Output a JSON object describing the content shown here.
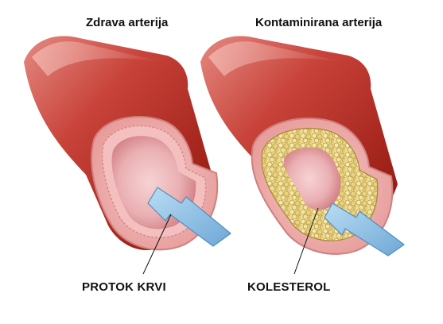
{
  "titles": {
    "healthy": "Zdrava arterija",
    "contaminated": "Kontaminirana arterija"
  },
  "labels": {
    "blood_flow": "PROTOK KRVI",
    "cholesterol": "KOLESTEROL"
  },
  "colors": {
    "artery_dark": "#9b1c14",
    "artery_mid": "#c8433a",
    "artery_light": "#eaa1a0",
    "lumen": "#f0b7bb",
    "lumen_shadow": "#d9868c",
    "plaque": "#e8d58a",
    "plaque_dark": "#b99a3e",
    "arrow": "#8dc0e6",
    "arrow_edge": "#4f8fbd"
  }
}
